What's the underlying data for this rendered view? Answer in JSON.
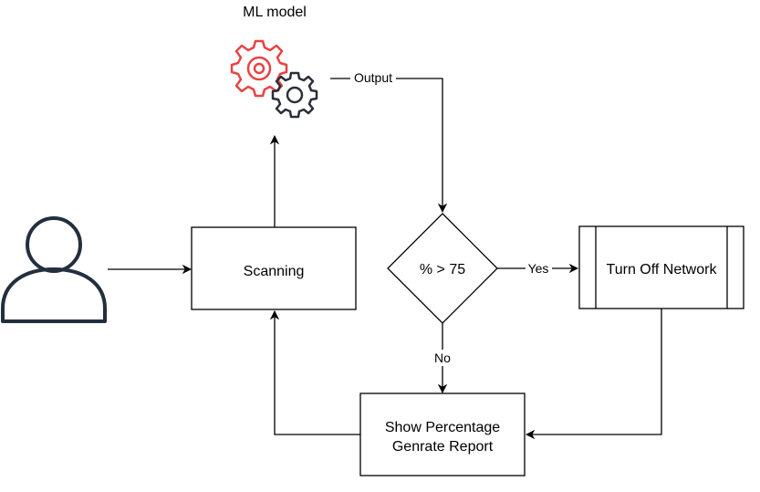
{
  "diagram": {
    "model_label": "ML model",
    "nodes": {
      "scanning": "Scanning",
      "decision": "% > 75",
      "action": "Turn Off Network",
      "report_line1": "Show Percentage",
      "report_line2": "Genrate Report"
    },
    "edges": {
      "output": "Output",
      "yes": "Yes",
      "no": "No"
    },
    "icons": {
      "user": "user-icon",
      "model": "gears-icon"
    },
    "colors": {
      "gear_primary": "#E84343",
      "gear_secondary": "#2B2F3A",
      "user_outline": "#232F3E",
      "line": "#000000"
    }
  }
}
